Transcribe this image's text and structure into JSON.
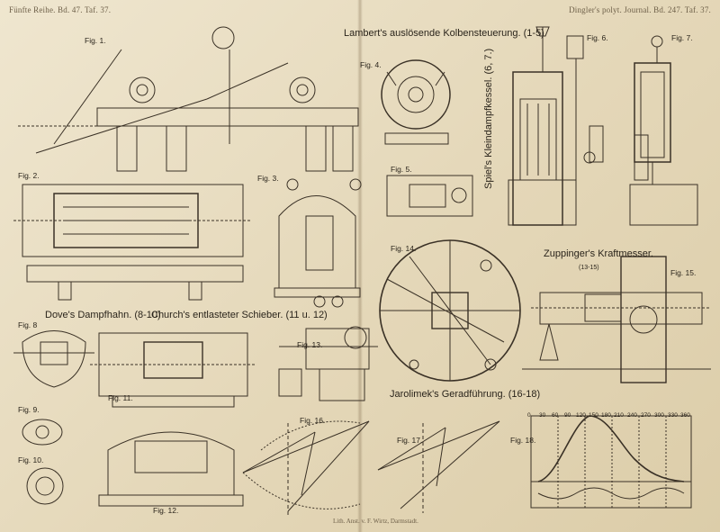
{
  "header": {
    "left": "Fünfte Reihe. Bd. 47. Taf. 37.",
    "right": "Dingler's polyt. Journal. Bd. 247. Taf. 37."
  },
  "titles": {
    "lambert": "Lambert's auslösende Kolbensteuerung. (1-5)",
    "spiel": "Spiel's Kleindampfkessel. (6, 7.)",
    "zuppinger": "Zuppinger's Kraftmesser.",
    "zuppinger_range": "(13-15)",
    "dove": "Dove's Dampfhahn. (8-10)",
    "church": "Church's entlasteter Schieber. (11 u. 12)",
    "jarolimek": "Jarolimek's Geradführung. (16-18)"
  },
  "figures": {
    "f1": "Fig. 1.",
    "f2": "Fig. 2.",
    "f3": "Fig. 3.",
    "f4": "Fig. 4.",
    "f5": "Fig. 5.",
    "f6": "Fig. 6.",
    "f7": "Fig. 7.",
    "f8": "Fig. 8",
    "f9": "Fig. 9.",
    "f10": "Fig. 10.",
    "f11": "Fig. 11.",
    "f12": "Fig. 12.",
    "f13": "Fig. 13.",
    "f14": "Fig. 14.",
    "f15": "Fig. 15.",
    "f16": "Fig. 16.",
    "f17": "Fig. 17.",
    "f18": "Fig. 18."
  },
  "fig18_ticks": [
    "0",
    "30",
    "60",
    "90",
    "120",
    "150",
    "180",
    "210",
    "240",
    "270",
    "300",
    "330",
    "360"
  ],
  "footer": "Lith. Anst. v. F. Wirtz, Darmstadt."
}
